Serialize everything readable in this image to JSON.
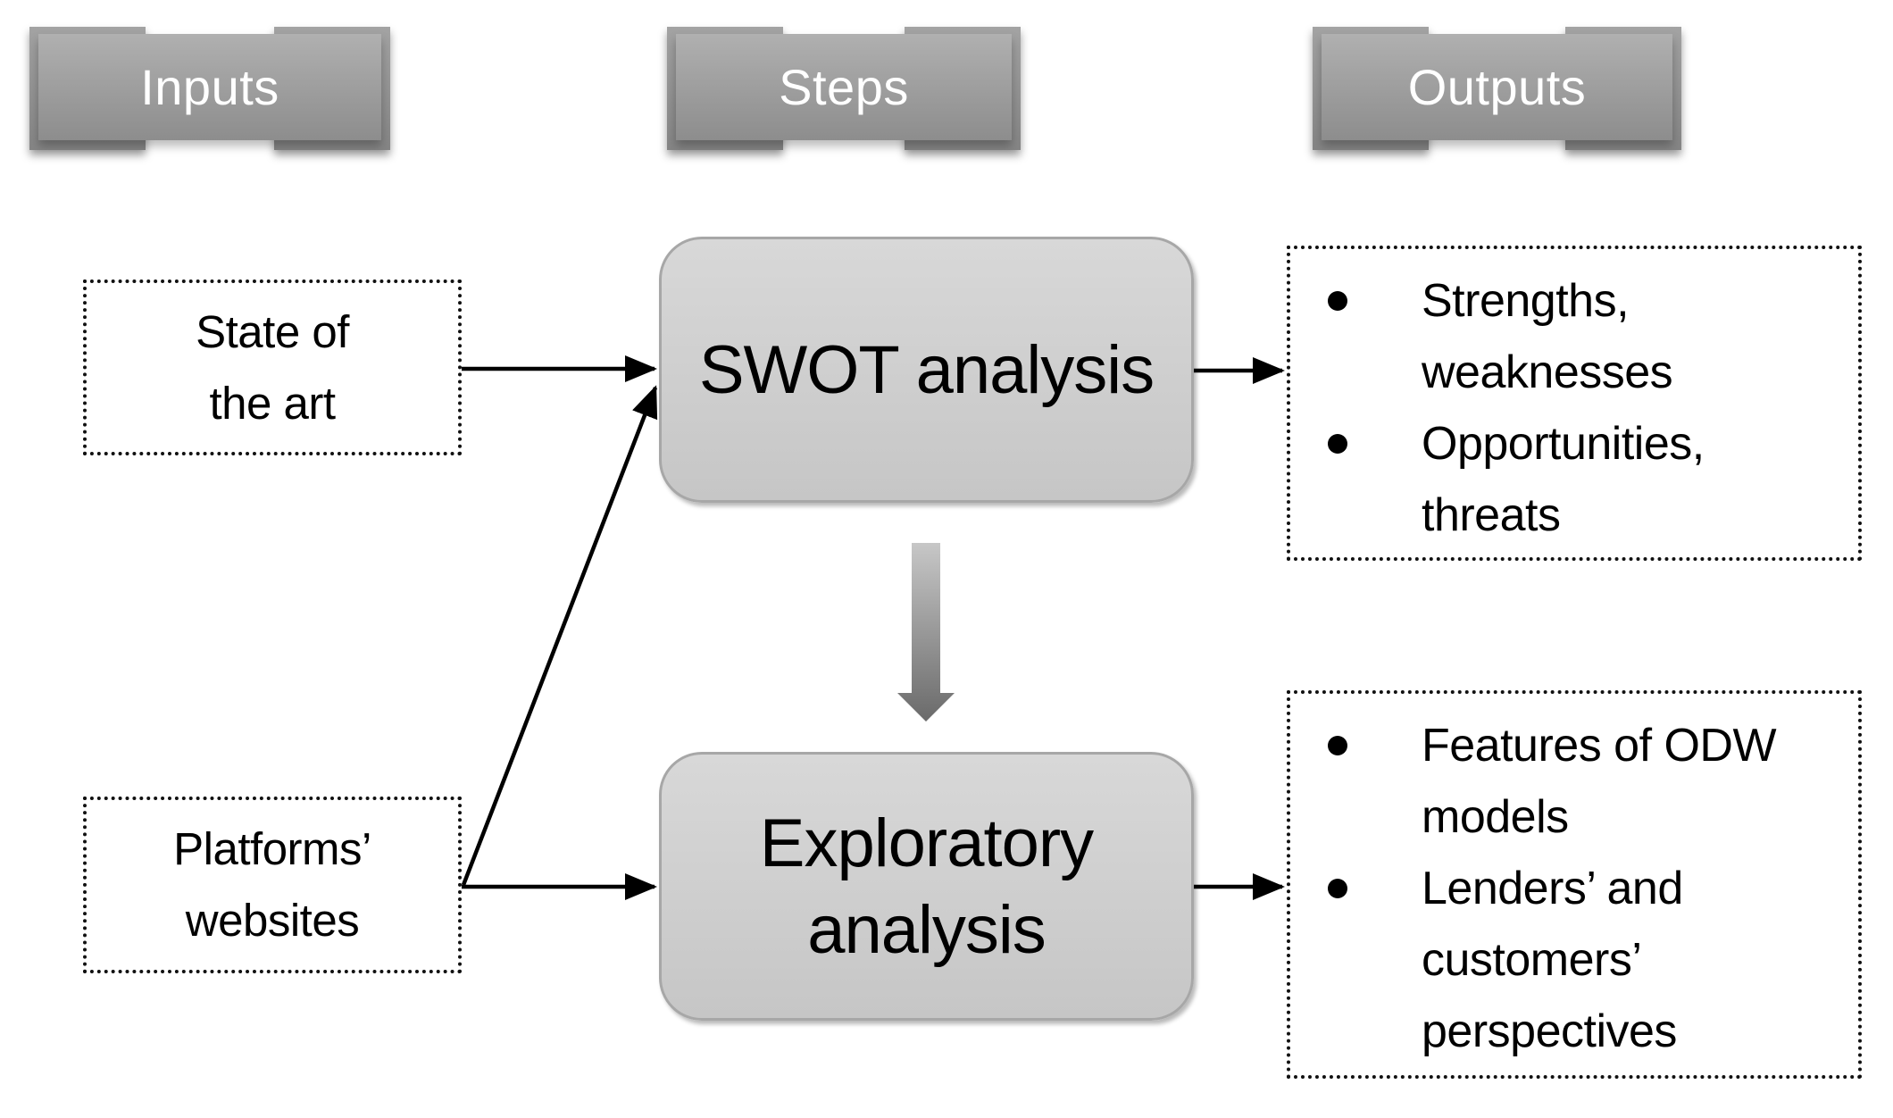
{
  "colors": {
    "banner_top": "#b0b0b0",
    "banner_bottom": "#8d8d8d",
    "tab_top": "#a3a3a3",
    "tab_bottom": "#858585",
    "step_fill_top": "#d8d8d8",
    "step_fill_bottom": "#c6c6c6",
    "step_border": "#a7a7a7",
    "big_arrow_top": "#c7c7c7",
    "big_arrow_bottom": "#6a6a6a",
    "text": "#000000",
    "banner_text": "#ffffff",
    "box_border": "#111111"
  },
  "banners": [
    {
      "label": "Inputs"
    },
    {
      "label": "Steps"
    },
    {
      "label": "Outputs"
    }
  ],
  "inputs": [
    {
      "line1": "State of",
      "line2": "the art"
    },
    {
      "line1": "Platforms’",
      "line2": "websites"
    }
  ],
  "steps": [
    {
      "line1": "SWOT analysis",
      "line2": ""
    },
    {
      "line1": "Exploratory",
      "line2": "analysis"
    }
  ],
  "outputs": [
    {
      "items": [
        "Strengths, weaknesses",
        "Opportunities, threats"
      ]
    },
    {
      "items": [
        "Features of ODW models",
        "Lenders’ and customers’ perspectives"
      ]
    }
  ]
}
